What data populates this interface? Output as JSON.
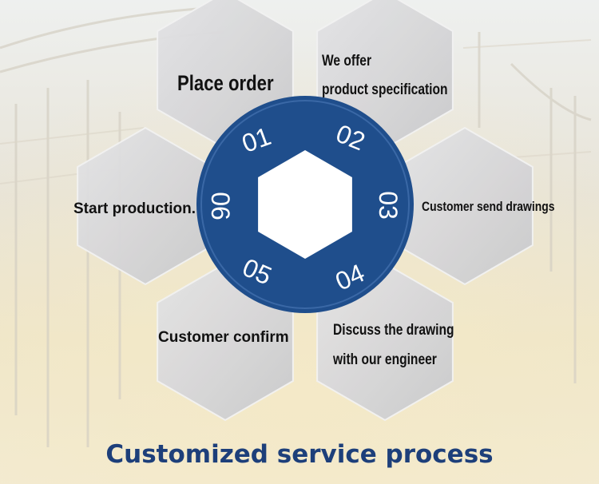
{
  "title": "Customized service process",
  "steps": [
    {
      "number": "01",
      "lines": [
        "Place order"
      ]
    },
    {
      "number": "02",
      "lines": [
        "We offer",
        "product specification"
      ]
    },
    {
      "number": "03",
      "lines": [
        "Customer send drawings"
      ]
    },
    {
      "number": "04",
      "lines": [
        "Discuss the drawing",
        "with our engineer"
      ]
    },
    {
      "number": "05",
      "lines": [
        "Customer confirm"
      ]
    },
    {
      "number": "06",
      "lines": [
        "Start production."
      ]
    }
  ],
  "colors": {
    "ring": "#1f4e8c",
    "title": "#1d3f7a",
    "hex_fill": "#d9d9db",
    "center_hex": "#ffffff",
    "label_text": "#111111"
  }
}
